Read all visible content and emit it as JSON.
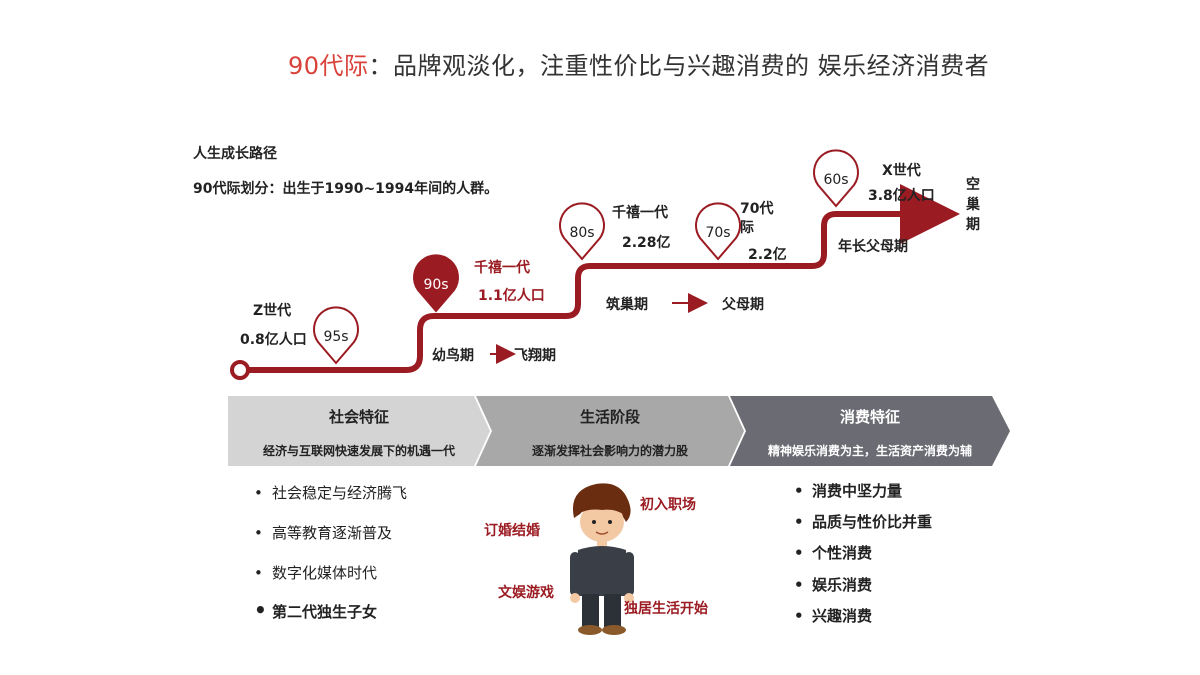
{
  "title": {
    "highlight": "90代际",
    "rest": "：品牌观淡化，注重性价比与兴趣消费的 娱乐经济消费者"
  },
  "path": {
    "heading": "人生成长路径",
    "subtitle": "90代际划分：出生于1990~1994年间的人群。"
  },
  "pins": [
    "95s",
    "90s",
    "80s",
    "70s",
    "60s"
  ],
  "labels": {
    "z_gen": "Z世代",
    "z_pop": "0.8亿人口",
    "qx_90": "千禧一代",
    "qx_90_pop": "1.1亿人口",
    "qx_80": "千禧一代",
    "qx_80_pop": "2.28亿",
    "g70_a": "70代",
    "g70_b": "际",
    "g70_pop": "2.2亿",
    "x_gen": "X世代",
    "x_pop": "3.8亿人口",
    "empty_nest": [
      "空",
      "巢",
      "期"
    ],
    "stage_young": "幼鸟期",
    "stage_fly": "飞翔期",
    "stage_nest": "筑巢期",
    "stage_parent": "父母期",
    "stage_old": "年长父母期"
  },
  "bands": [
    {
      "head": "社会特征",
      "sub": "经济与互联网快速发展下的机遇一代"
    },
    {
      "head": "生活阶段",
      "sub": "逐渐发挥社会影响力的潜力股"
    },
    {
      "head": "消费特征",
      "sub": "精神娱乐消费为主，生活资产消费为辅"
    }
  ],
  "social_bullets": [
    "社会稳定与经济腾飞",
    "高等教育逐渐普及",
    "数字化媒体时代",
    "第二代独生子女"
  ],
  "life_labels": [
    "初入职场",
    "订婚结婚",
    "文娱游戏",
    "独居生活开始"
  ],
  "consume_bullets": [
    "消费中坚力量",
    "品质与性价比并重",
    "个性消费",
    "娱乐消费",
    "兴趣消费"
  ],
  "bullet_glyph": "•",
  "colors": {
    "accent": "#d9423a",
    "path": "#9b1b22",
    "band1": "#d4d4d4",
    "band2": "#a8a8a8",
    "band3": "#6b6c73"
  }
}
